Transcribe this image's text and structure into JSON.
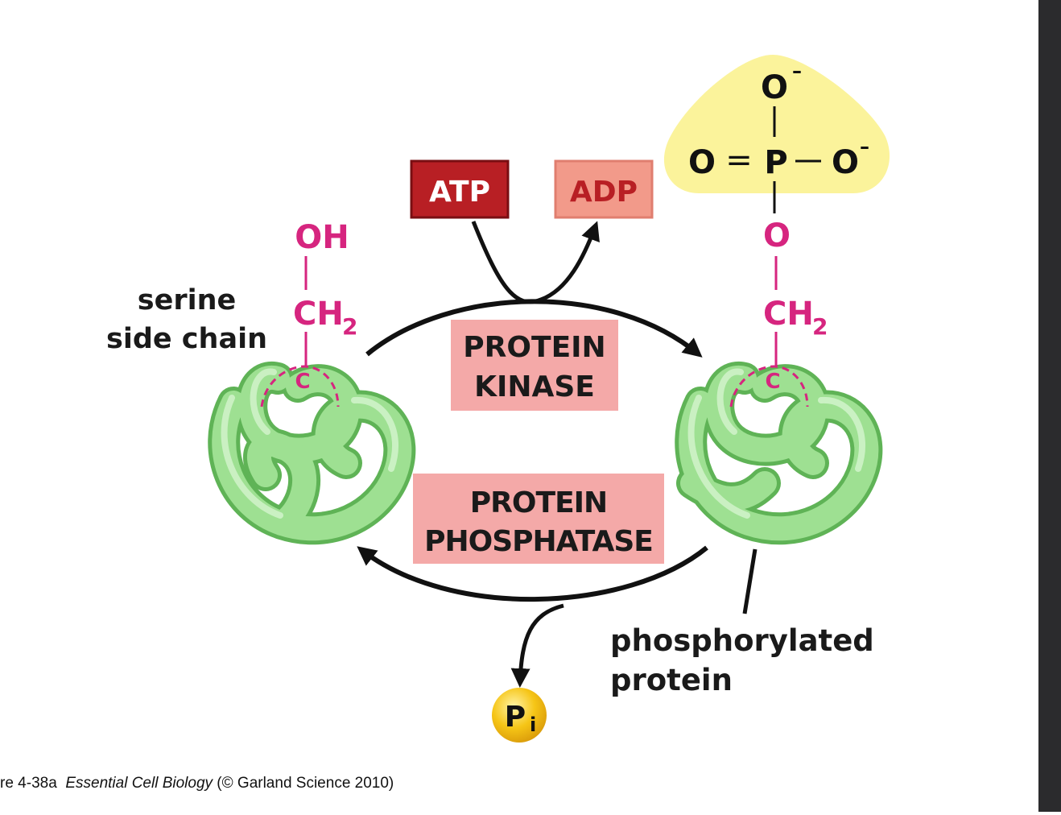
{
  "diagram": {
    "atp_label": "ATP",
    "adp_label": "ADP",
    "kinase_line1": "PROTEIN",
    "kinase_line2": "KINASE",
    "phosphatase_line1": "PROTEIN",
    "phosphatase_line2": "PHOSPHATASE",
    "serine_line1": "serine",
    "serine_line2": "side chain",
    "phospho_line1": "phosphorylated",
    "phospho_line2": "protein",
    "left_oh": "OH",
    "left_ch": "CH",
    "sub_2": "2",
    "carbon": "C",
    "right_o": "O",
    "phosphate_o_top": "O",
    "phosphate_o_left": "O",
    "phosphate_p": "P",
    "phosphate_o_right": "O",
    "minus": "–",
    "equals": "=",
    "pi_p": "P",
    "pi_i": "i"
  },
  "caption": {
    "prefix": "re 4-38a  ",
    "book": "Essential Cell Biology",
    "suffix": " (© Garland Science 2010)"
  },
  "colors": {
    "atp_box": "#b81f24",
    "adp_box": "#f29a8a",
    "enzyme_box": "#f4a9a8",
    "magenta": "#d6257f",
    "protein_green": "#8fd686",
    "phosphate_bg": "#fbf39b",
    "pi_yellow": "#f6c516"
  }
}
